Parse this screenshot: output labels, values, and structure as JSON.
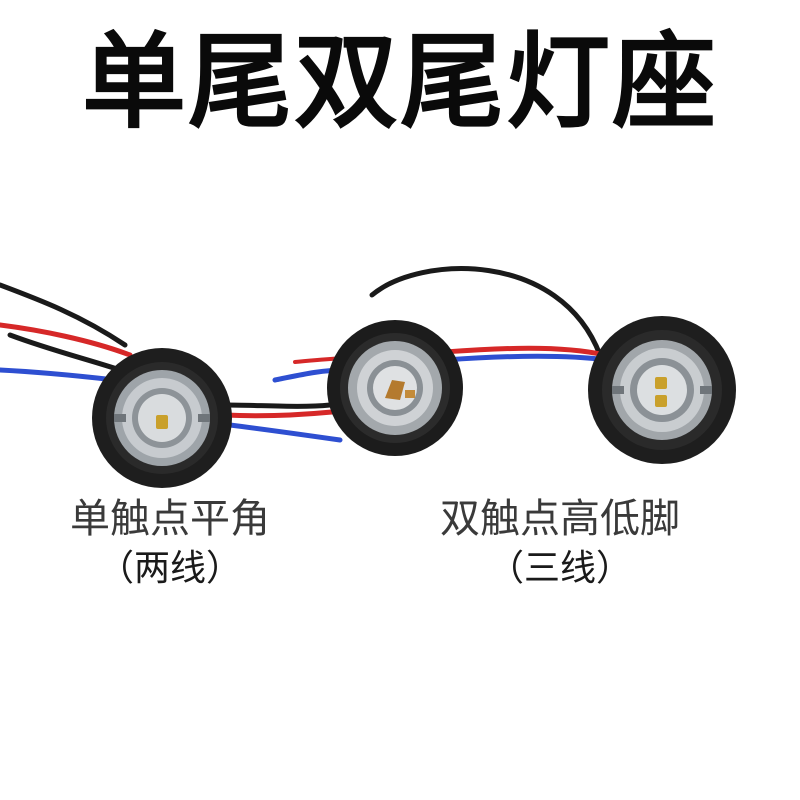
{
  "title": "单尾双尾灯座",
  "left_socket": {
    "label": "单触点平角",
    "sublabel": "（两线）",
    "wire_colors": [
      "#1a1a1a",
      "#d62828",
      "#2e4fd1"
    ]
  },
  "right_socket": {
    "label": "双触点高低脚",
    "sublabel": "（三线）",
    "wire_colors": [
      "#1a1a1a",
      "#d62828",
      "#2e4fd1"
    ]
  }
}
